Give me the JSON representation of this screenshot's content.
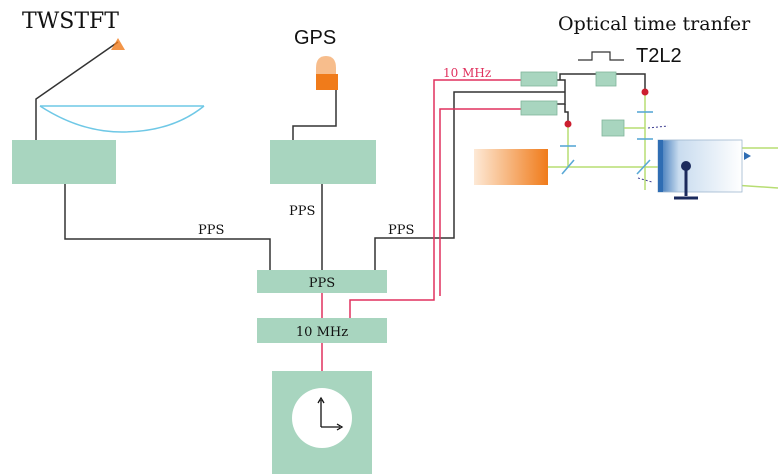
{
  "labels": {
    "twstft": "TWSTFT",
    "gps": "GPS",
    "optical_title": "Optical time tranfer",
    "t2l2": "T2L2",
    "ten_mhz_top": "10 MHz",
    "pps_left": "PPS",
    "pps_center": "PPS",
    "pps_right": "PPS",
    "pps_block": "PPS",
    "ten_mhz_block": "10 MHz"
  },
  "colors": {
    "box_fill": "#a8d5bf",
    "wire": "#333333",
    "rf_wire": "#e0315e",
    "dish": "#6fc8e6",
    "gps_antenna": "#f07b1a",
    "laser": "#f07b1a",
    "optics_beam": "#b7dd72",
    "telescope": "#2f6db3",
    "node_red": "#cc1f2f"
  },
  "icons": {
    "dish_antenna": "satellite-dish-icon",
    "gps_antenna": "gps-antenna-icon",
    "clock": "clock-icon",
    "laser": "laser-source-icon",
    "telescope": "telescope-icon"
  }
}
